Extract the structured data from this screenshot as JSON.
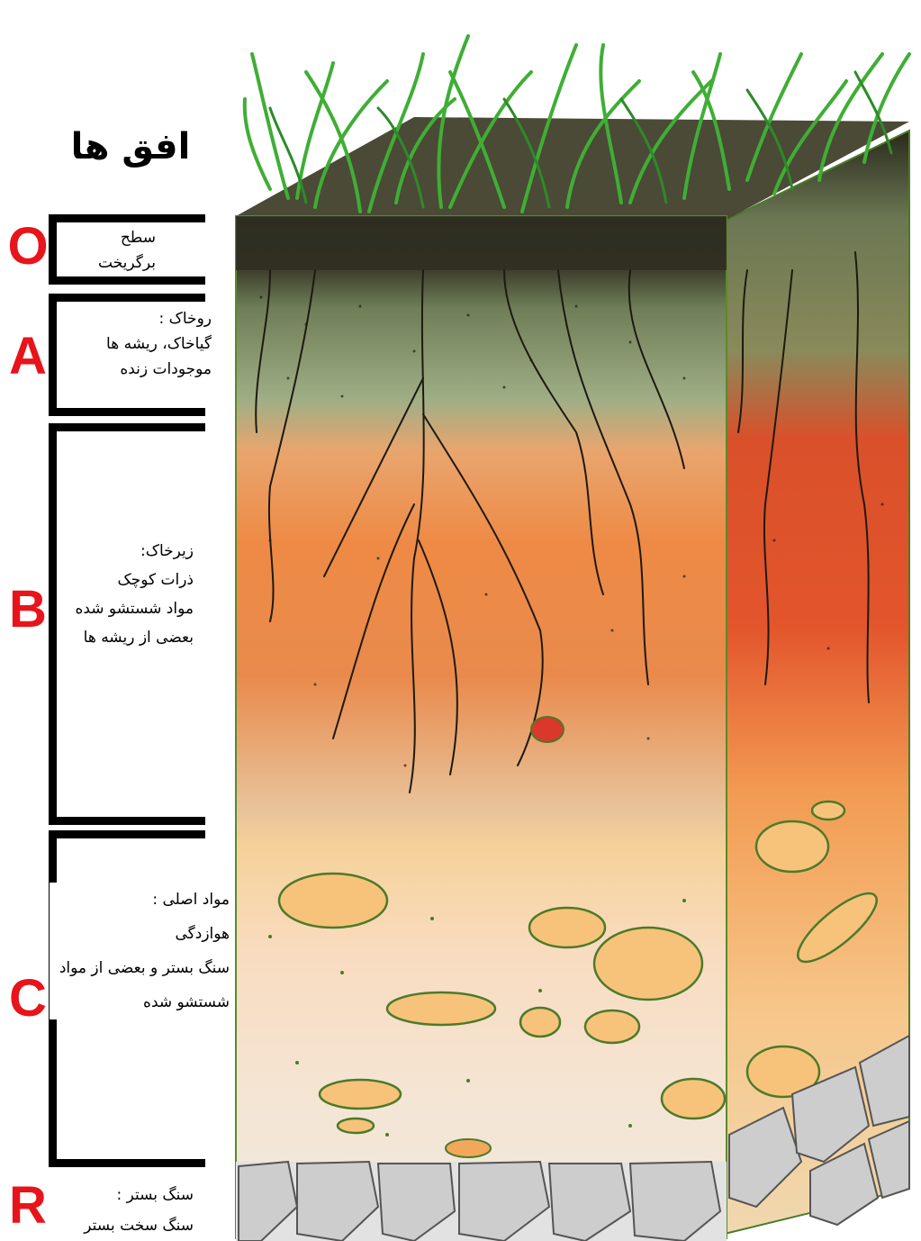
{
  "title": "افق ها",
  "horizons": [
    {
      "letter": "O",
      "lines": [
        "سطح",
        "برگریخت"
      ]
    },
    {
      "letter": "A",
      "lines": [
        "روخاک :",
        "گیاخاک، ریشه ها",
        "موجودات زنده"
      ]
    },
    {
      "letter": "B",
      "lines": [
        "زیرخاک:",
        "ذرات کوچک",
        "مواد شستشو شده",
        "بعضی از ریشه ها"
      ]
    },
    {
      "letter": "C",
      "lines": [
        "مواد اصلی :",
        "هوازدگی",
        "سنگ بستر و بعضی از مواد",
        "شستشو شده"
      ]
    },
    {
      "letter": "R",
      "lines": [
        "سنگ بستر :",
        "سنگ سخت بستر"
      ]
    }
  ],
  "colors": {
    "label_red": "#e8141b",
    "grass": "#3fae35",
    "o_layer": "#2c2a1c",
    "a_layer": "#7c8f5f",
    "b_layer": "#e8893b",
    "c_layer": "#f7c98a",
    "bedrock": "#cfcfcf"
  }
}
